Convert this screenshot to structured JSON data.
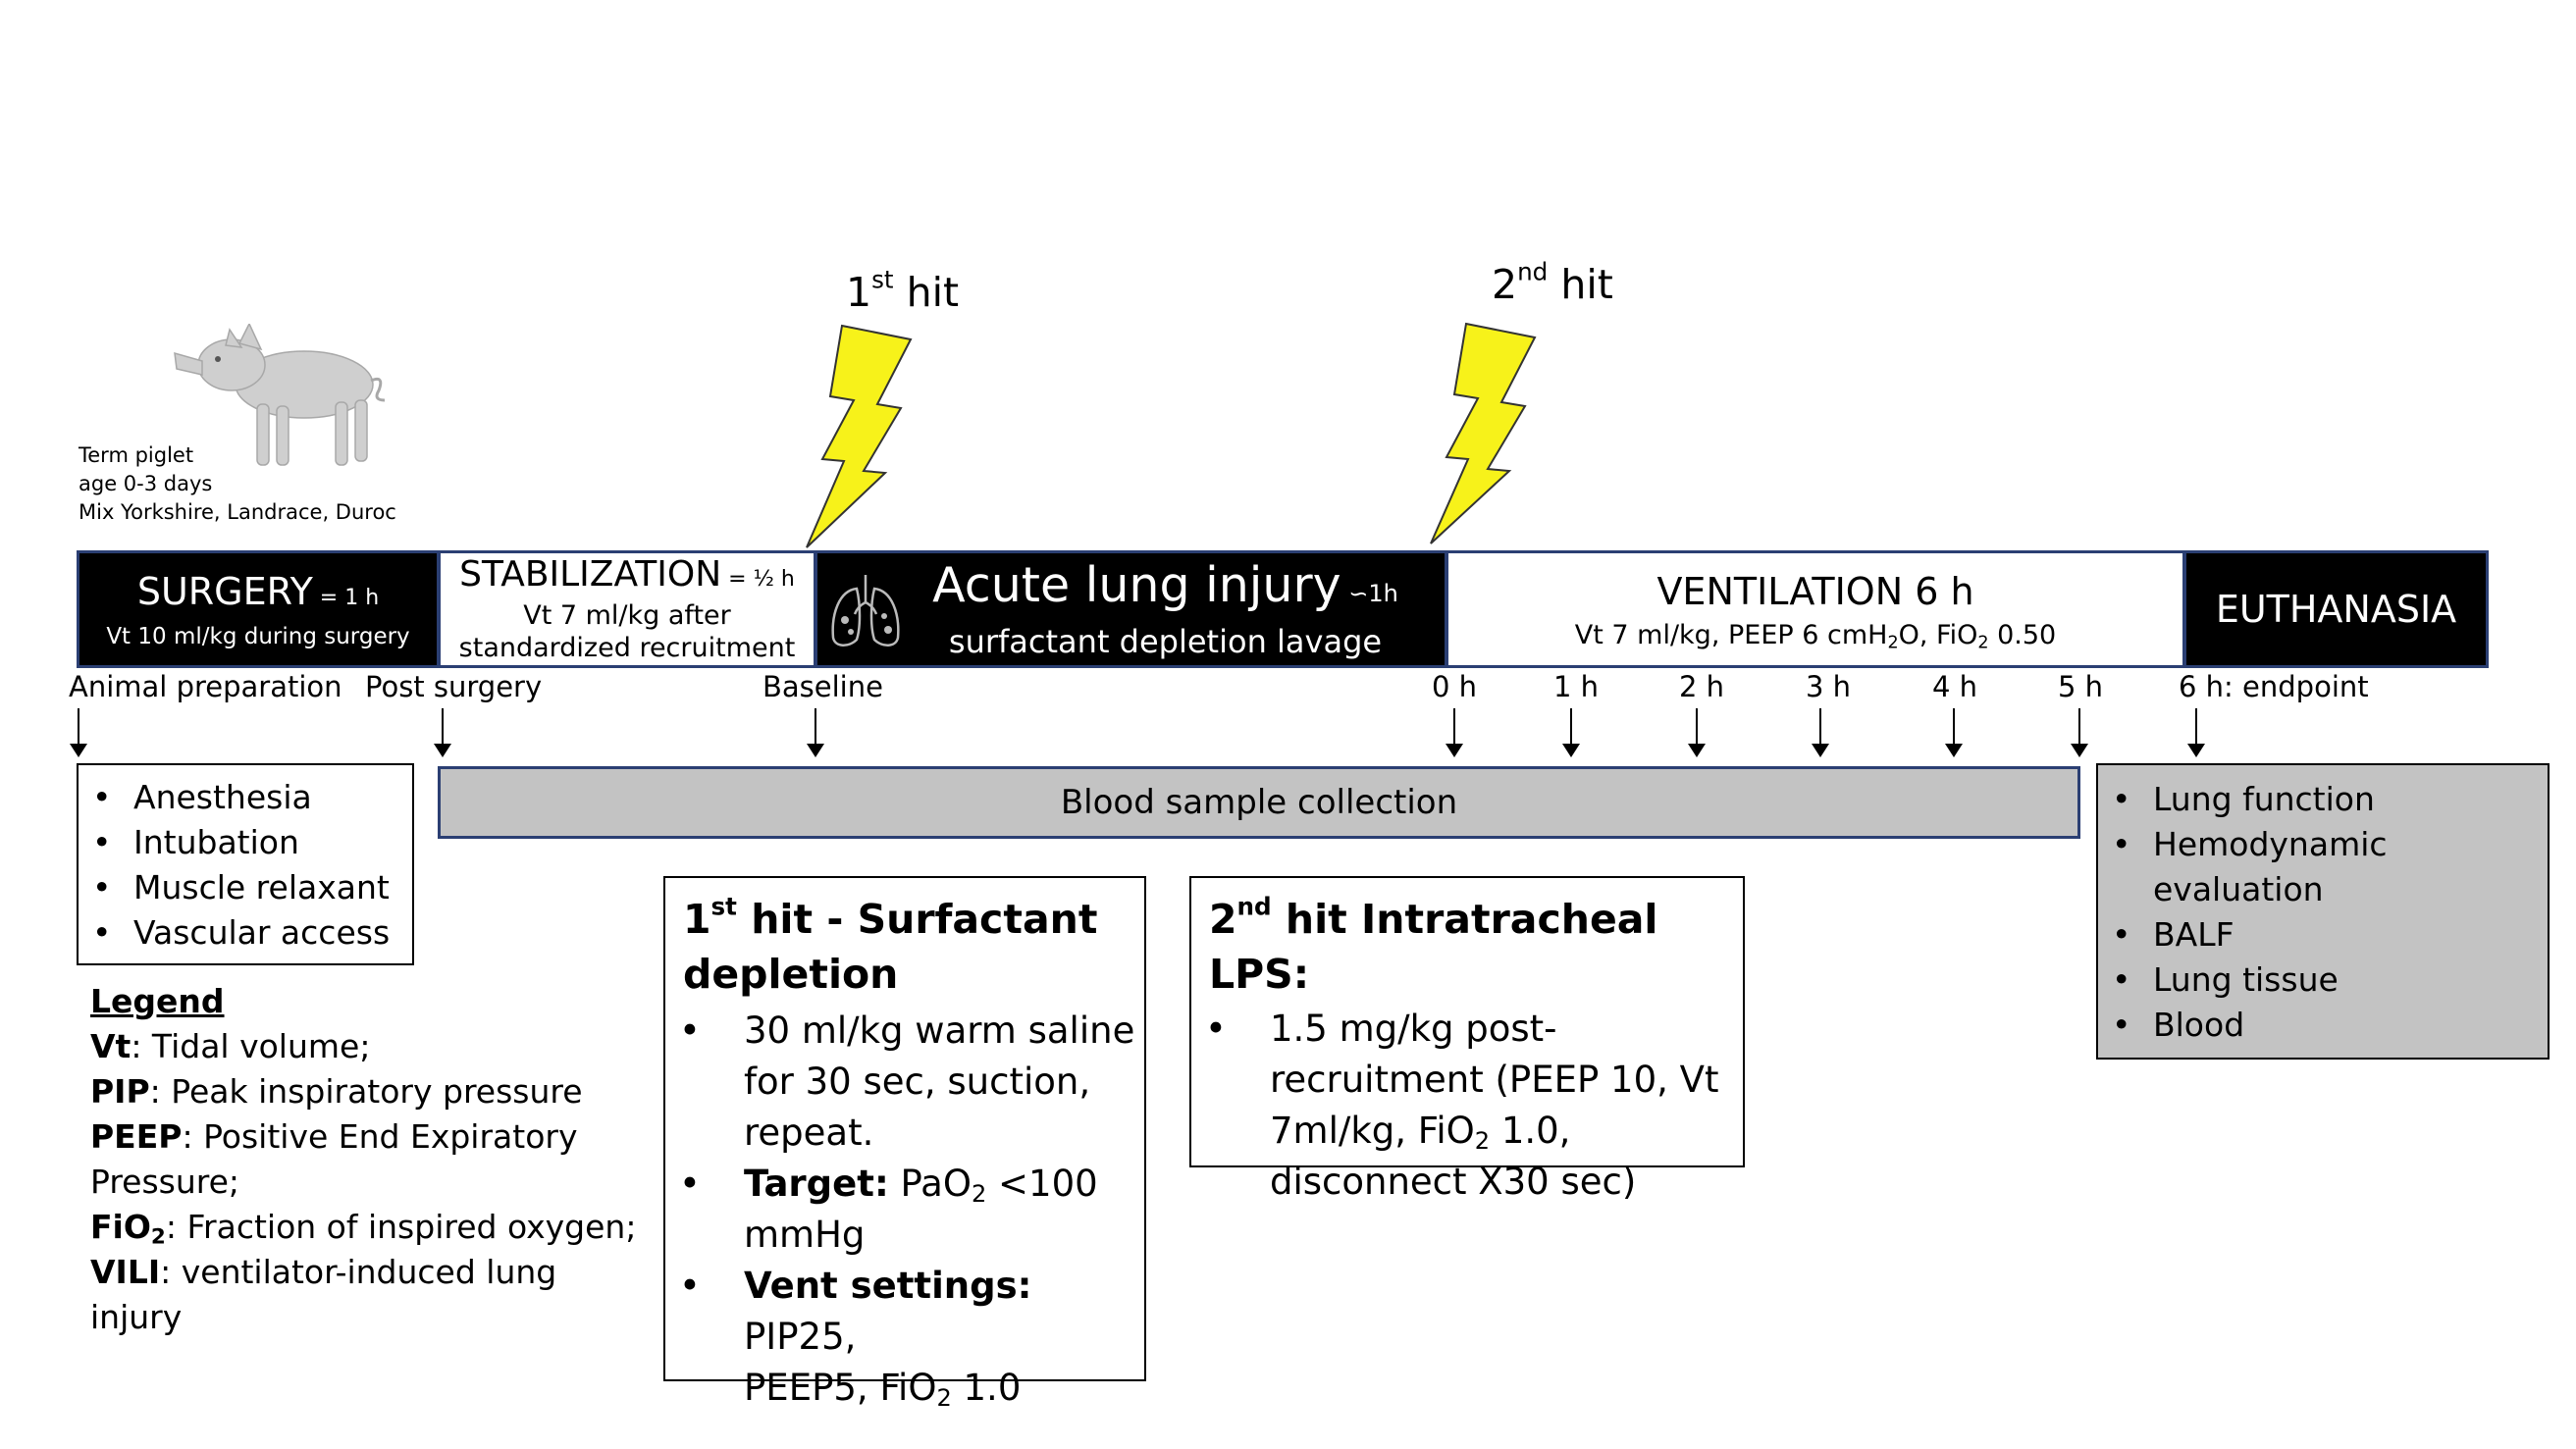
{
  "piglet": {
    "caption": [
      "Term piglet",
      "age 0-3 days",
      "Mix Yorkshire, Landrace, Duroc"
    ]
  },
  "hits": {
    "first": {
      "num": "1",
      "sup": "st",
      "word": " hit"
    },
    "second": {
      "num": "2",
      "sup": "nd",
      "word": " hit"
    }
  },
  "phases": {
    "surgery": {
      "title": "SURGERY",
      "dur": " = 1  h",
      "sub": "Vt 10 ml/kg during surgery"
    },
    "stabilization": {
      "title": "STABILIZATION",
      "dur": " = ½ h",
      "sub1": "Vt 7 ml/kg after",
      "sub2": "standardized recruitment"
    },
    "injury": {
      "title": "Acute lung injury",
      "dur": " ∽1h",
      "sub": "surfactant depletion lavage"
    },
    "ventilation": {
      "title": "VENTILATION 6 h",
      "sub_a": "Vt 7 ml/kg, PEEP 6 cmH",
      "sub_b": "2",
      "sub_c": "O, FiO",
      "sub_d": "2",
      "sub_e": " 0.50"
    },
    "euthanasia": {
      "title": "EUTHANASIA"
    }
  },
  "timeline": {
    "animal_prep": "Animal preparation",
    "post_surgery": "Post surgery",
    "baseline": "Baseline",
    "h0": "0 h",
    "h1": "1 h",
    "h2": "2 h",
    "h3": "3 h",
    "h4": "4 h",
    "h5": "5 h",
    "h6": "6 h: endpoint"
  },
  "prep_list": [
    "Anesthesia",
    "Intubation",
    "Muscle relaxant",
    "Vascular access"
  ],
  "blood_bar": "Blood sample collection",
  "endpoint_list": [
    "Lung function",
    "Hemodynamic",
    "evaluation",
    "BALF",
    "Lung tissue",
    "Blood"
  ],
  "legend": {
    "heading": "Legend",
    "vt_key": "Vt",
    "vt_text": ": Tidal volume;",
    "pip_key": "PIP",
    "pip_text": ": Peak inspiratory pressure",
    "peep_key": "PEEP",
    "peep_text": ": Positive End Expiratory",
    "peep_text2": "Pressure;",
    "fio2_key_a": "FiO",
    "fio2_key_b": "2",
    "fio2_text": ": Fraction of inspired oxygen;",
    "vili_key": "VILI",
    "vili_text": ": ventilator-induced lung",
    "vili_text2": "injury"
  },
  "first_hit_box": {
    "title_num": "1",
    "title_sup": "st",
    "title_rest": " hit - Surfactant",
    "title_line2": "depletion",
    "b1_l1": "30 ml/kg warm saline",
    "b1_l2": "for 30 sec, suction,",
    "b1_l3": "repeat.",
    "b2_key": "Target:",
    "b2_a": " PaO",
    "b2_sub": "2",
    "b2_b": " <100",
    "b2_l2": "mmHg",
    "b3_key": "Vent settings:",
    "b3_a": " PIP25,",
    "b3_l2a": "PEEP5, FiO",
    "b3_l2sub": "2",
    "b3_l2b": " 1.0"
  },
  "second_hit_box": {
    "title_num": "2",
    "title_sup": "nd",
    "title_rest": " hit Intratracheal LPS:",
    "l1": "1.5 mg/kg post-",
    "l2": "recruitment (PEEP 10, Vt",
    "l3a": "7ml/kg, FiO",
    "l3sub": "2",
    "l3b": " 1.0,",
    "l4": "disconnect X30 sec)"
  },
  "colors": {
    "lightning": "#f7f21a",
    "phase_border": "#2b3f73",
    "gray_box": "#c3c3c3"
  }
}
